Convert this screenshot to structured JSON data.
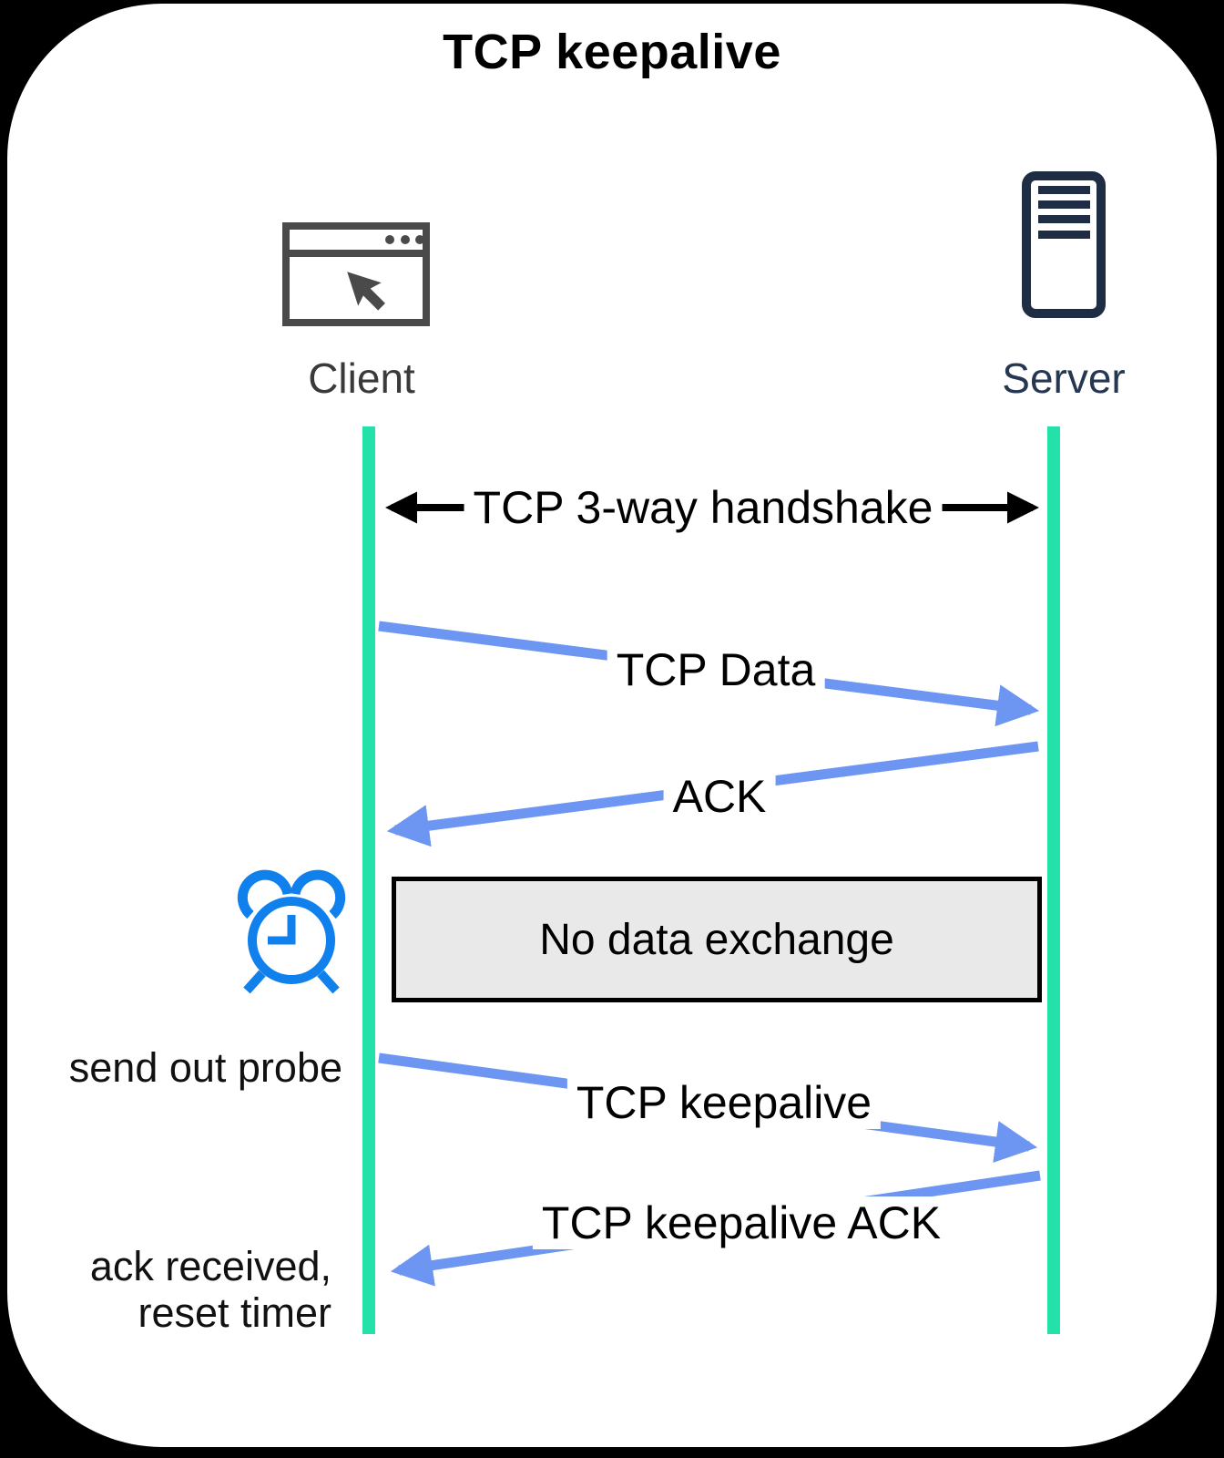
{
  "title": "TCP keepalive",
  "actors": [
    {
      "id": "client",
      "label": "Client",
      "icon": "browser-window-icon"
    },
    {
      "id": "server",
      "label": "Server",
      "icon": "server-tower-icon"
    }
  ],
  "sequence": [
    {
      "type": "bidirectional-arrow",
      "label": "TCP 3-way handshake",
      "from": "client",
      "to": "server"
    },
    {
      "type": "message",
      "label": "TCP Data",
      "from": "client",
      "to": "server"
    },
    {
      "type": "message",
      "label": "ACK",
      "from": "server",
      "to": "client"
    },
    {
      "type": "note",
      "label": "No data exchange"
    },
    {
      "type": "message",
      "label": "TCP keepalive",
      "from": "client",
      "to": "server"
    },
    {
      "type": "message",
      "label": "TCP keepalive ACK",
      "from": "server",
      "to": "client"
    }
  ],
  "annotations": [
    {
      "id": "send-probe",
      "label": "send out probe",
      "icon": "alarm-clock-icon"
    },
    {
      "id": "ack-received",
      "label": "ack received,",
      "label2": "reset timer"
    }
  ],
  "colors": {
    "background": "#000000",
    "card": "#ffffff",
    "lifeline": "#24e1aa",
    "message_arrow": "#6d96f2",
    "handshake_arrow": "#000000",
    "timer_icon": "#1080ec",
    "client_icon": "#4a4a4a",
    "server_icon": "#1f2d44",
    "note_fill": "#e9e9e9",
    "note_border": "#000000"
  }
}
